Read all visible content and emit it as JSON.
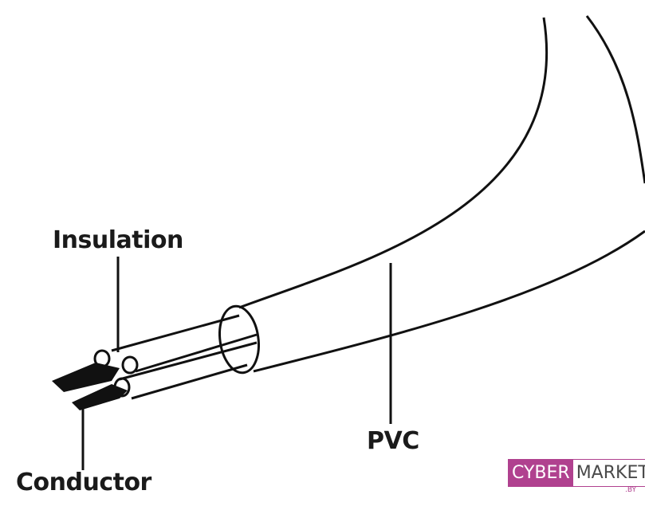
{
  "labels": {
    "insulation": "Insulation",
    "conductor": "Conductor",
    "pvc": "PVC"
  },
  "logo": {
    "part1": "CYBER",
    "part2": "MARKET",
    "suffix": ".BY"
  },
  "colors": {
    "brand": "#b0418f",
    "stroke": "#111111"
  }
}
